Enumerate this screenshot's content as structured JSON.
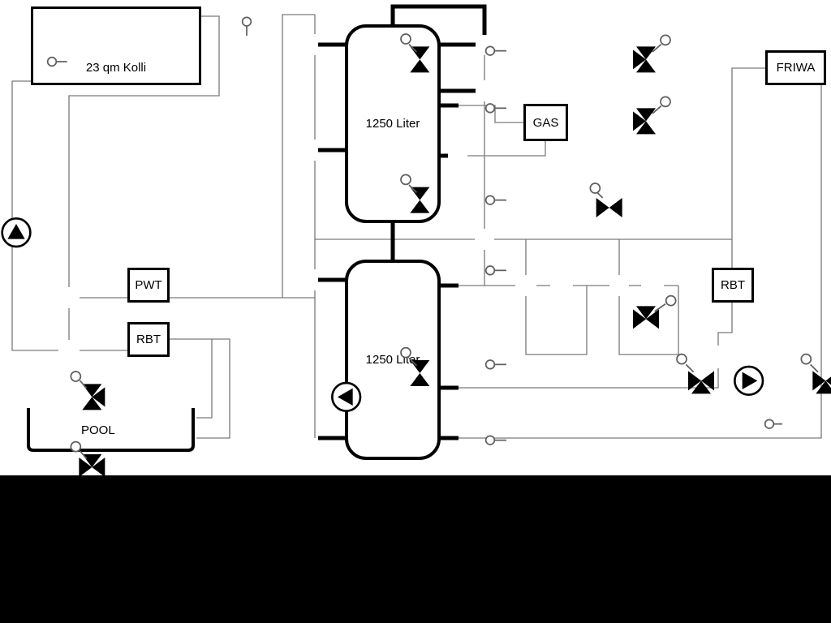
{
  "diagram": {
    "collector": {
      "label": "23 qm Kolli"
    },
    "tank1": {
      "label": "1250 Liter"
    },
    "tank2": {
      "label": "1250 Liter"
    },
    "pwt": {
      "label": "PWT"
    },
    "rbt_left": {
      "label": "RBT"
    },
    "rbt_right": {
      "label": "RBT"
    },
    "gas": {
      "label": "GAS"
    },
    "friwa": {
      "label": "FRIWA"
    },
    "pool": {
      "label": "POOL"
    },
    "colors": {
      "background": "#ffffff",
      "pipe": "#7a7a7a",
      "component_outline": "#000000",
      "footer": "#000000"
    }
  }
}
